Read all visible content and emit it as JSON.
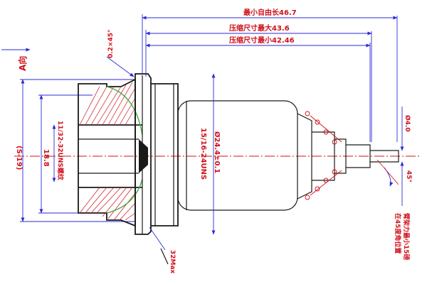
{
  "dimensions": {
    "free_length_max": "最小自由长46.7",
    "compressed_max": "压缩尺寸最大43.6",
    "compressed_min": "压缩尺寸最小42.46",
    "chamfer": "0.2×45°",
    "thread_small": "11/32-32UNS螺纹",
    "thread_large": "15/16-24UNS",
    "diameter_small": "18.8",
    "diameter_outer": "(S-19)",
    "diameter_body": "Ø24.4±0.1",
    "diameter_pin": "Ø4.0",
    "angle": "45°",
    "torque": "32Max",
    "direction_label": "A向",
    "note_line1": "在45度角位置",
    "note_line2": "臂架力最小15磅"
  },
  "colors": {
    "dimension": "#2b2bd6",
    "text": "#d0111b",
    "outline": "#1a1a1a",
    "weld": "#3cb043"
  }
}
